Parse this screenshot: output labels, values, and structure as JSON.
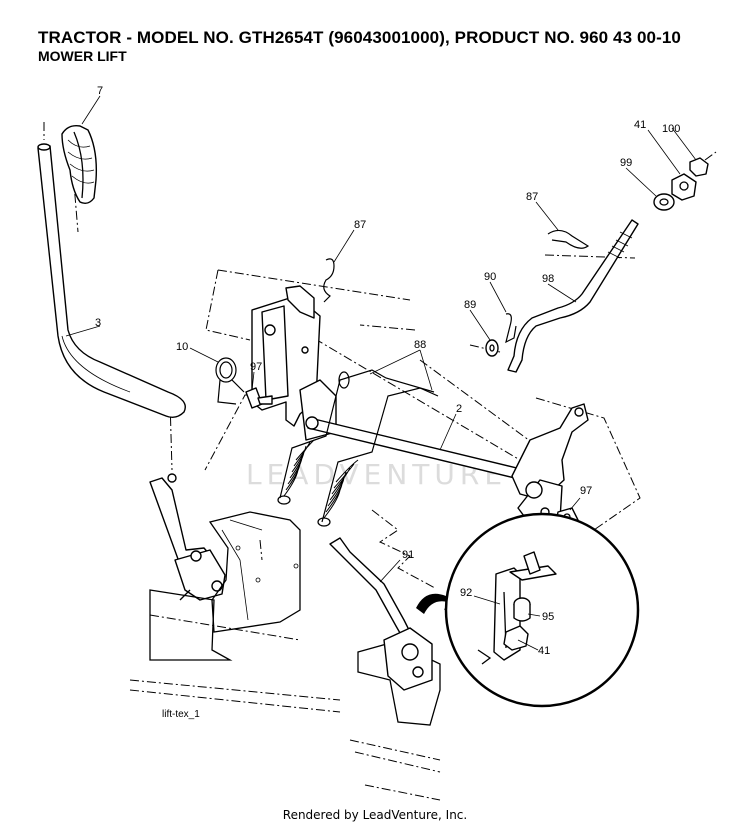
{
  "header": {
    "title": "TRACTOR - MODEL NO. GTH2654T (96043001000), PRODUCT NO. 960 43 00-10",
    "subtitle": "MOWER LIFT"
  },
  "watermark": "LEADVENTURE",
  "figure_id": "lift-tex_1",
  "footer": "Rendered by LeadVenture, Inc.",
  "callouts": [
    "7",
    "3",
    "10",
    "97",
    "87",
    "88",
    "2",
    "87",
    "90",
    "98",
    "89",
    "41",
    "100",
    "99",
    "97",
    "91",
    "92",
    "95",
    "41"
  ]
}
